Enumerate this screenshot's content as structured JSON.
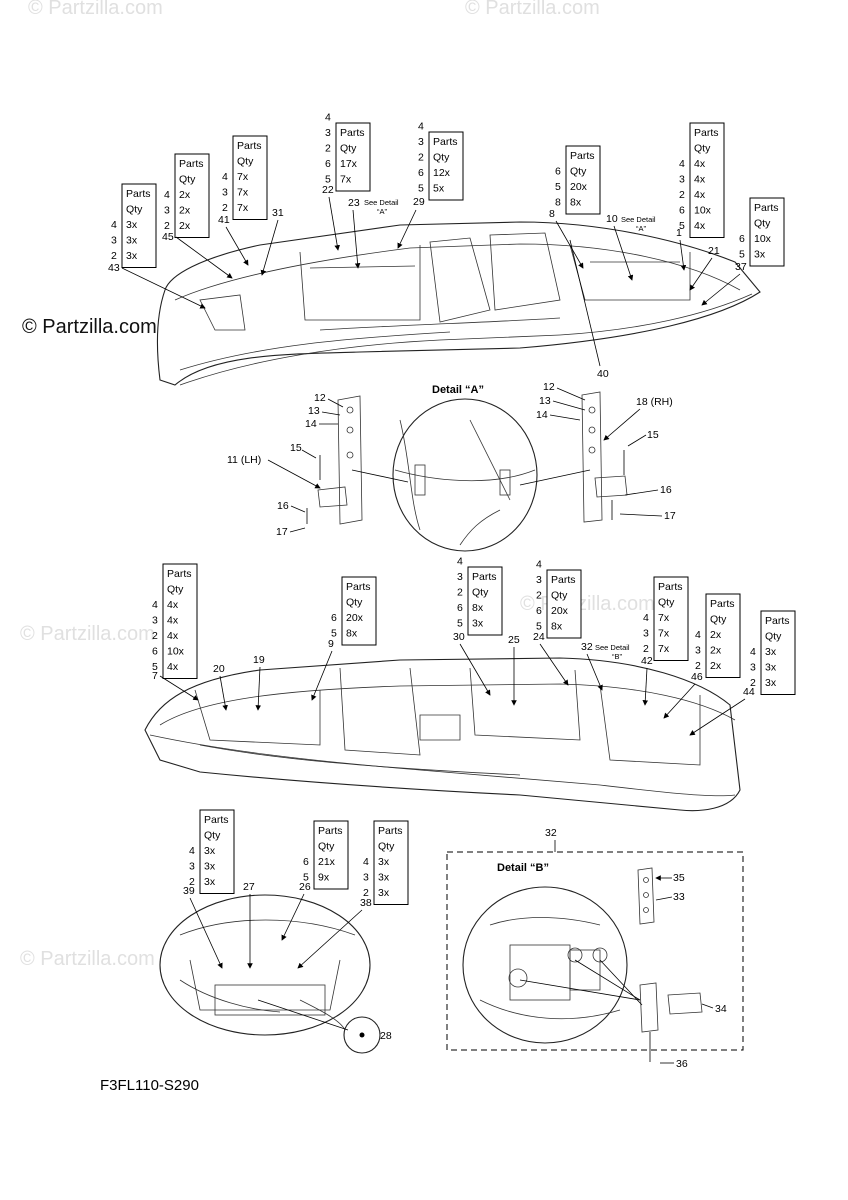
{
  "watermark": "© Partzilla.com",
  "diagram_code": "F3FL110-S290",
  "detail_a_title": "Detail “A”",
  "detail_b_title": "Detail “B”",
  "see_detail_a": "See Detail",
  "see_detail_a2": "“A”",
  "see_detail_b": "See Detail",
  "see_detail_b2": "“B”",
  "table_head_1": "Parts",
  "table_head_2": "Qty",
  "qty_tables": [
    {
      "parts": [
        "4",
        "3",
        "2"
      ],
      "qty": [
        "3x",
        "3x",
        "3x"
      ]
    },
    {
      "parts": [
        "4",
        "3",
        "2"
      ],
      "qty": [
        "2x",
        "2x",
        "2x"
      ]
    },
    {
      "parts": [
        "4",
        "3",
        "2"
      ],
      "qty": [
        "7x",
        "7x",
        "7x"
      ]
    },
    {
      "parts": [
        "4",
        "3",
        "2",
        "6",
        "5"
      ],
      "qty": [
        "17x",
        "7x"
      ]
    },
    {
      "parts": [
        "4",
        "3",
        "2",
        "6",
        "5"
      ],
      "qty": [
        "12x",
        "5x"
      ]
    },
    {
      "parts": [
        "6",
        "5",
        "8"
      ],
      "qty": [
        "20x",
        "8x"
      ]
    },
    {
      "parts": [
        "4",
        "3",
        "2",
        "6",
        "5"
      ],
      "qty": [
        "4x",
        "4x",
        "4x",
        "10x",
        "4x"
      ]
    },
    {
      "parts": [
        "6",
        "5"
      ],
      "qty": [
        "10x",
        "3x"
      ]
    },
    {
      "parts": [
        "4",
        "3",
        "2",
        "6",
        "5"
      ],
      "qty": [
        "4x",
        "4x",
        "4x",
        "10x",
        "4x"
      ]
    },
    {
      "parts": [
        "6",
        "5"
      ],
      "qty": [
        "20x",
        "8x"
      ]
    },
    {
      "parts": [
        "4",
        "3",
        "2",
        "6",
        "5"
      ],
      "qty": [
        "8x",
        "3x"
      ]
    },
    {
      "parts": [
        "4",
        "3",
        "2",
        "6",
        "5"
      ],
      "qty": [
        "20x",
        "8x"
      ]
    },
    {
      "parts": [
        "4",
        "3",
        "2"
      ],
      "qty": [
        "7x",
        "7x",
        "7x"
      ]
    },
    {
      "parts": [
        "4",
        "3",
        "2"
      ],
      "qty": [
        "2x",
        "2x",
        "2x"
      ]
    },
    {
      "parts": [
        "4",
        "3",
        "2"
      ],
      "qty": [
        "3x",
        "3x",
        "3x"
      ]
    },
    {
      "parts": [
        "4",
        "3",
        "2"
      ],
      "qty": [
        "3x",
        "3x",
        "3x"
      ]
    },
    {
      "parts": [
        "6",
        "5"
      ],
      "qty": [
        "21x",
        "9x"
      ]
    },
    {
      "parts": [
        "4",
        "3",
        "2"
      ],
      "qty": [
        "3x",
        "3x",
        "3x"
      ]
    }
  ],
  "callouts": {
    "c43": "43",
    "c45": "45",
    "c41": "41",
    "c31": "31",
    "c22": "22",
    "c23": "23",
    "c29": "29",
    "c8": "8",
    "c10": "10",
    "c1": "1",
    "c21": "21",
    "c37": "37",
    "c40": "40",
    "c12a": "12",
    "c13a": "13",
    "c14a": "14",
    "c11": "11 (LH)",
    "c15a": "15",
    "c16a": "16",
    "c17a": "17",
    "c12b": "12",
    "c13b": "13",
    "c14b": "14",
    "c18": "18 (RH)",
    "c15b": "15",
    "c16b": "16",
    "c17b": "17",
    "c7": "7",
    "c20": "20",
    "c19": "19",
    "c9": "9",
    "c30": "30",
    "c25": "25",
    "c24": "24",
    "c32a": "32",
    "c42": "42",
    "c46": "46",
    "c44": "44",
    "c39": "39",
    "c27": "27",
    "c26": "26",
    "c38": "38",
    "c28": "28",
    "c32b": "32",
    "c35": "35",
    "c33": "33",
    "c34": "34",
    "c36": "36"
  }
}
